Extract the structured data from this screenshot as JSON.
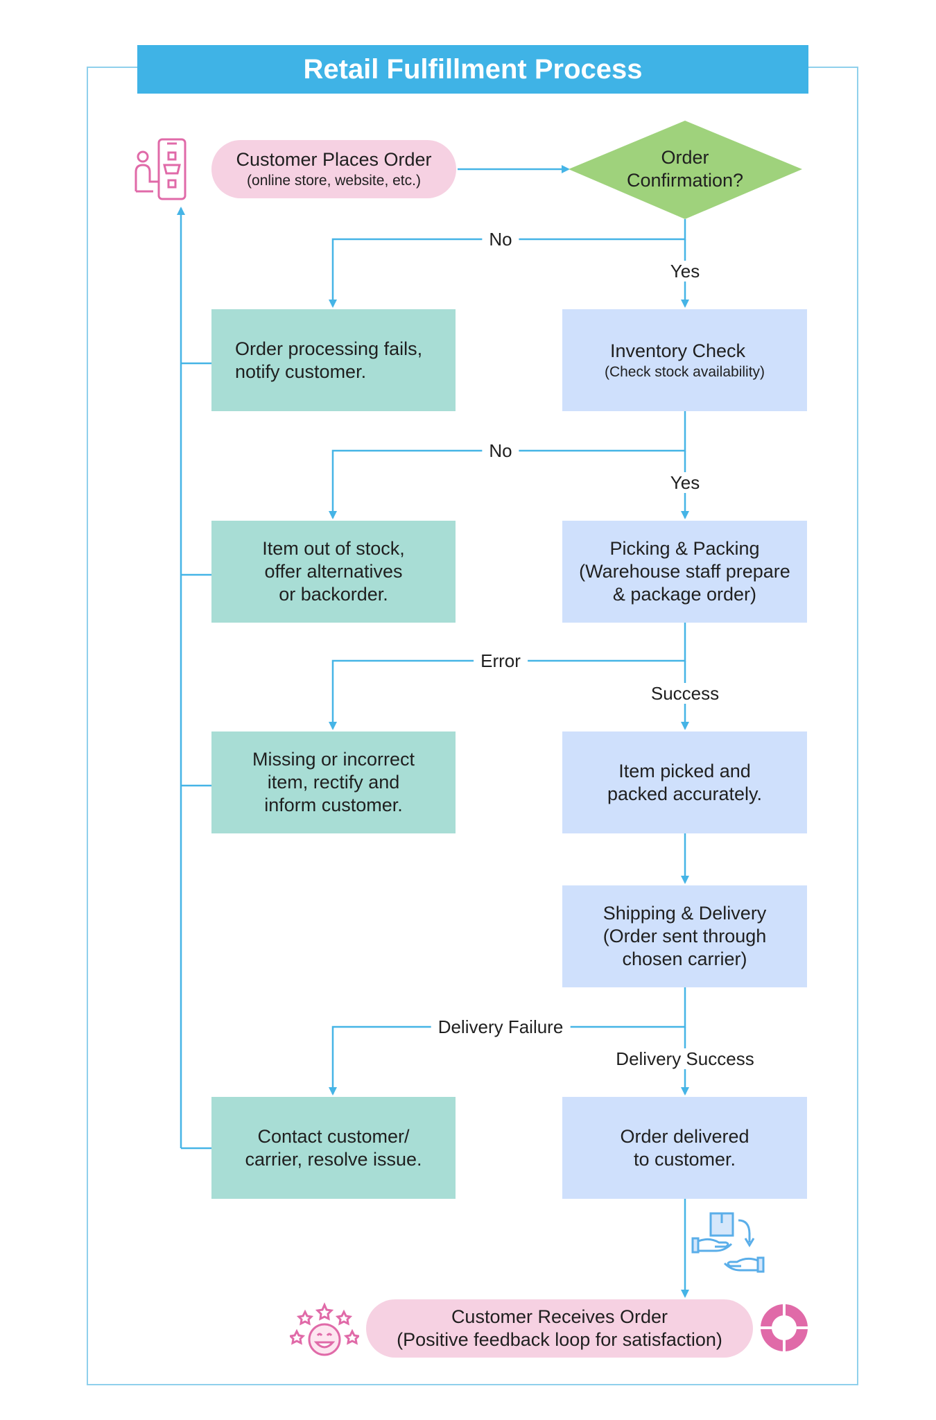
{
  "title": "Retail Fulfillment Process",
  "nodes": {
    "start": {
      "label": "Customer Places Order",
      "sub": "(online store, website, etc.)"
    },
    "confirm": {
      "label": "Order\nConfirmation?"
    },
    "fail": {
      "label": "Order processing fails,\nnotify customer."
    },
    "inventory": {
      "label": "Inventory Check",
      "sub": "(Check stock availability)"
    },
    "out_of_stock": {
      "label": "Item out of stock,\noffer alternatives\nor backorder."
    },
    "picking": {
      "label": "Picking & Packing\n(Warehouse staff prepare\n& package order)"
    },
    "missing": {
      "label": "Missing or incorrect\nitem, rectify and\ninform customer."
    },
    "picked": {
      "label": "Item picked and\npacked accurately."
    },
    "shipping": {
      "label": "Shipping & Delivery\n(Order sent through\nchosen carrier)"
    },
    "contact": {
      "label": "Contact customer/\ncarrier, resolve issue."
    },
    "delivered": {
      "label": "Order delivered\nto customer."
    },
    "end": {
      "label": "Customer Receives Order\n(Positive feedback loop for satisfaction)"
    }
  },
  "edge_labels": {
    "no1": "No",
    "yes1": "Yes",
    "no2": "No",
    "yes2": "Yes",
    "error": "Error",
    "success": "Success",
    "delivery_failure": "Delivery Failure",
    "delivery_success": "Delivery Success"
  },
  "icons": [
    "customer-phone-order-icon",
    "package-handover-icon",
    "happy-customer-stars-icon",
    "feedback-loop-icon"
  ],
  "colors": {
    "title_bar": "#3fb3e6",
    "connector": "#45b4e6",
    "pill": "#f6d1e2",
    "decision": "#9fd27c",
    "failure_box": "#a8ddd5",
    "success_box": "#cfe0fc",
    "icon_pink": "#e06aa8",
    "icon_blue": "#5aaee9"
  }
}
